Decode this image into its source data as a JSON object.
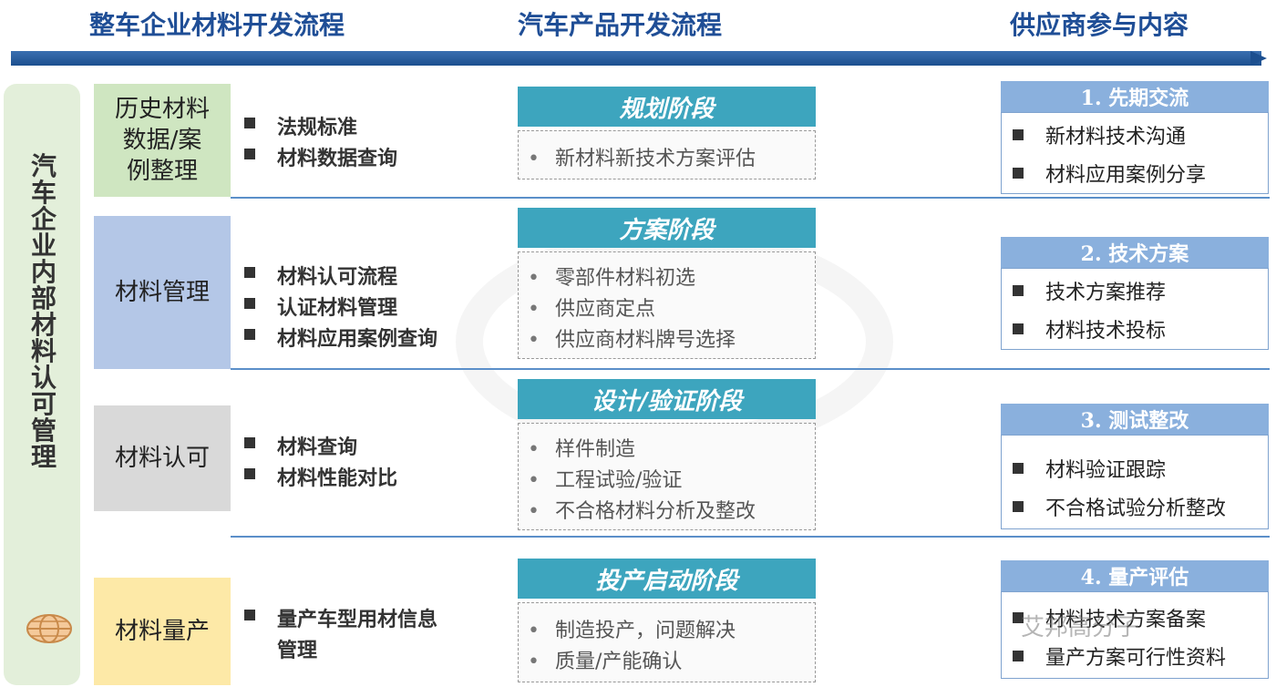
{
  "headers": {
    "left": "整车企业材料开发流程",
    "middle": "汽车产品开发流程",
    "right": "供应商参与内容"
  },
  "vertical_label": "汽车企业内部材料认可管理",
  "stages": [
    {
      "lines": [
        "历史材料",
        "数据/案",
        "例整理"
      ],
      "color": "#cfe6c1",
      "items": [
        "法规标准",
        "材料数据查询"
      ]
    },
    {
      "lines": [
        "材料管理"
      ],
      "color": "#b4c7e7",
      "items": [
        "材料认可流程",
        "认证材料管理",
        "材料应用案例查询"
      ]
    },
    {
      "lines": [
        "材料认可"
      ],
      "color": "#d9d9d9",
      "items": [
        "材料查询",
        "材料性能对比"
      ]
    },
    {
      "lines": [
        "材料量产"
      ],
      "color": "#fde9a7",
      "items": [
        "量产车型用材信息",
        "管理"
      ]
    }
  ],
  "phases": [
    {
      "title": "规划阶段",
      "items": [
        "新材料新技术方案评估"
      ]
    },
    {
      "title": "方案阶段",
      "items": [
        "零部件材料初选",
        "供应商定点",
        "供应商材料牌号选择"
      ]
    },
    {
      "title": "设计/验证阶段",
      "items": [
        "样件制造",
        "工程试验/验证",
        "不合格材料分析及整改"
      ]
    },
    {
      "title": "投产启动阶段",
      "items": [
        "制造投产，问题解决",
        "质量/产能确认"
      ]
    }
  ],
  "bullet": "•",
  "supplier": [
    {
      "title": "1. 先期交流",
      "items": [
        "新材料技术沟通",
        "材料应用案例分享"
      ]
    },
    {
      "title": "2. 技术方案",
      "items": [
        "技术方案推荐",
        "材料技术投标"
      ]
    },
    {
      "title": "3. 测试整改",
      "items": [
        "材料验证跟踪",
        "不合格试验分析整改"
      ]
    },
    {
      "title": "4. 量产评估",
      "items": [
        "材料技术方案备案",
        "量产方案可行性资料"
      ]
    }
  ],
  "watermark": "艾邦高分子"
}
